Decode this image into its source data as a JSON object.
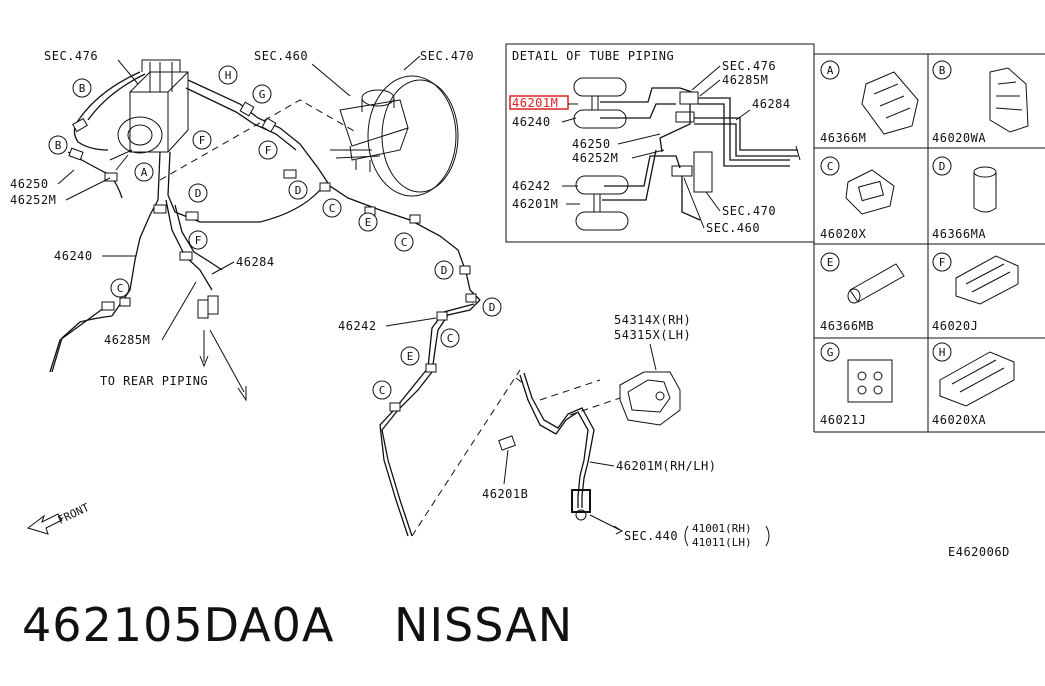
{
  "main_view": {
    "callouts": [
      "SEC.476",
      "SEC.460",
      "SEC.470",
      "46250",
      "46252M",
      "46240",
      "46284",
      "46285M",
      "46242",
      "46201B"
    ],
    "rear_piping": "TO REAR PIPING",
    "front": "FRONT",
    "caliper_labels": [
      "54314X(RH)",
      "54315X(LH)"
    ],
    "hose_label": "46201M(RH/LH)",
    "sec440": "SEC.440",
    "sec440_refs": [
      "41001(RH)",
      "41011(LH)"
    ]
  },
  "detail": {
    "title": "DETAIL OF TUBE PIPING",
    "labels": [
      "SEC.476",
      "46285M",
      "46201M",
      "46284",
      "46240",
      "46250",
      "46252M",
      "46242",
      "46201M",
      "SEC.470",
      "SEC.460"
    ],
    "highlighted_part": "46201M"
  },
  "parts_grid": [
    {
      "letter": "A",
      "part": "46366M"
    },
    {
      "letter": "B",
      "part": "46020WA"
    },
    {
      "letter": "C",
      "part": "46020X"
    },
    {
      "letter": "D",
      "part": "46366MA"
    },
    {
      "letter": "E",
      "part": "46366MB"
    },
    {
      "letter": "F",
      "part": "46020J"
    },
    {
      "letter": "G",
      "part": "46021J"
    },
    {
      "letter": "H",
      "part": "46020XA"
    }
  ],
  "view_letters": [
    "A",
    "B",
    "C",
    "D",
    "E",
    "F",
    "G",
    "H"
  ],
  "diagram_code": "E462006D",
  "caption": {
    "part_number": "462105DA0A",
    "brand": "NISSAN"
  },
  "colors": {
    "highlight": "#e02020",
    "ink": "#111111",
    "background": "#ffffff"
  }
}
